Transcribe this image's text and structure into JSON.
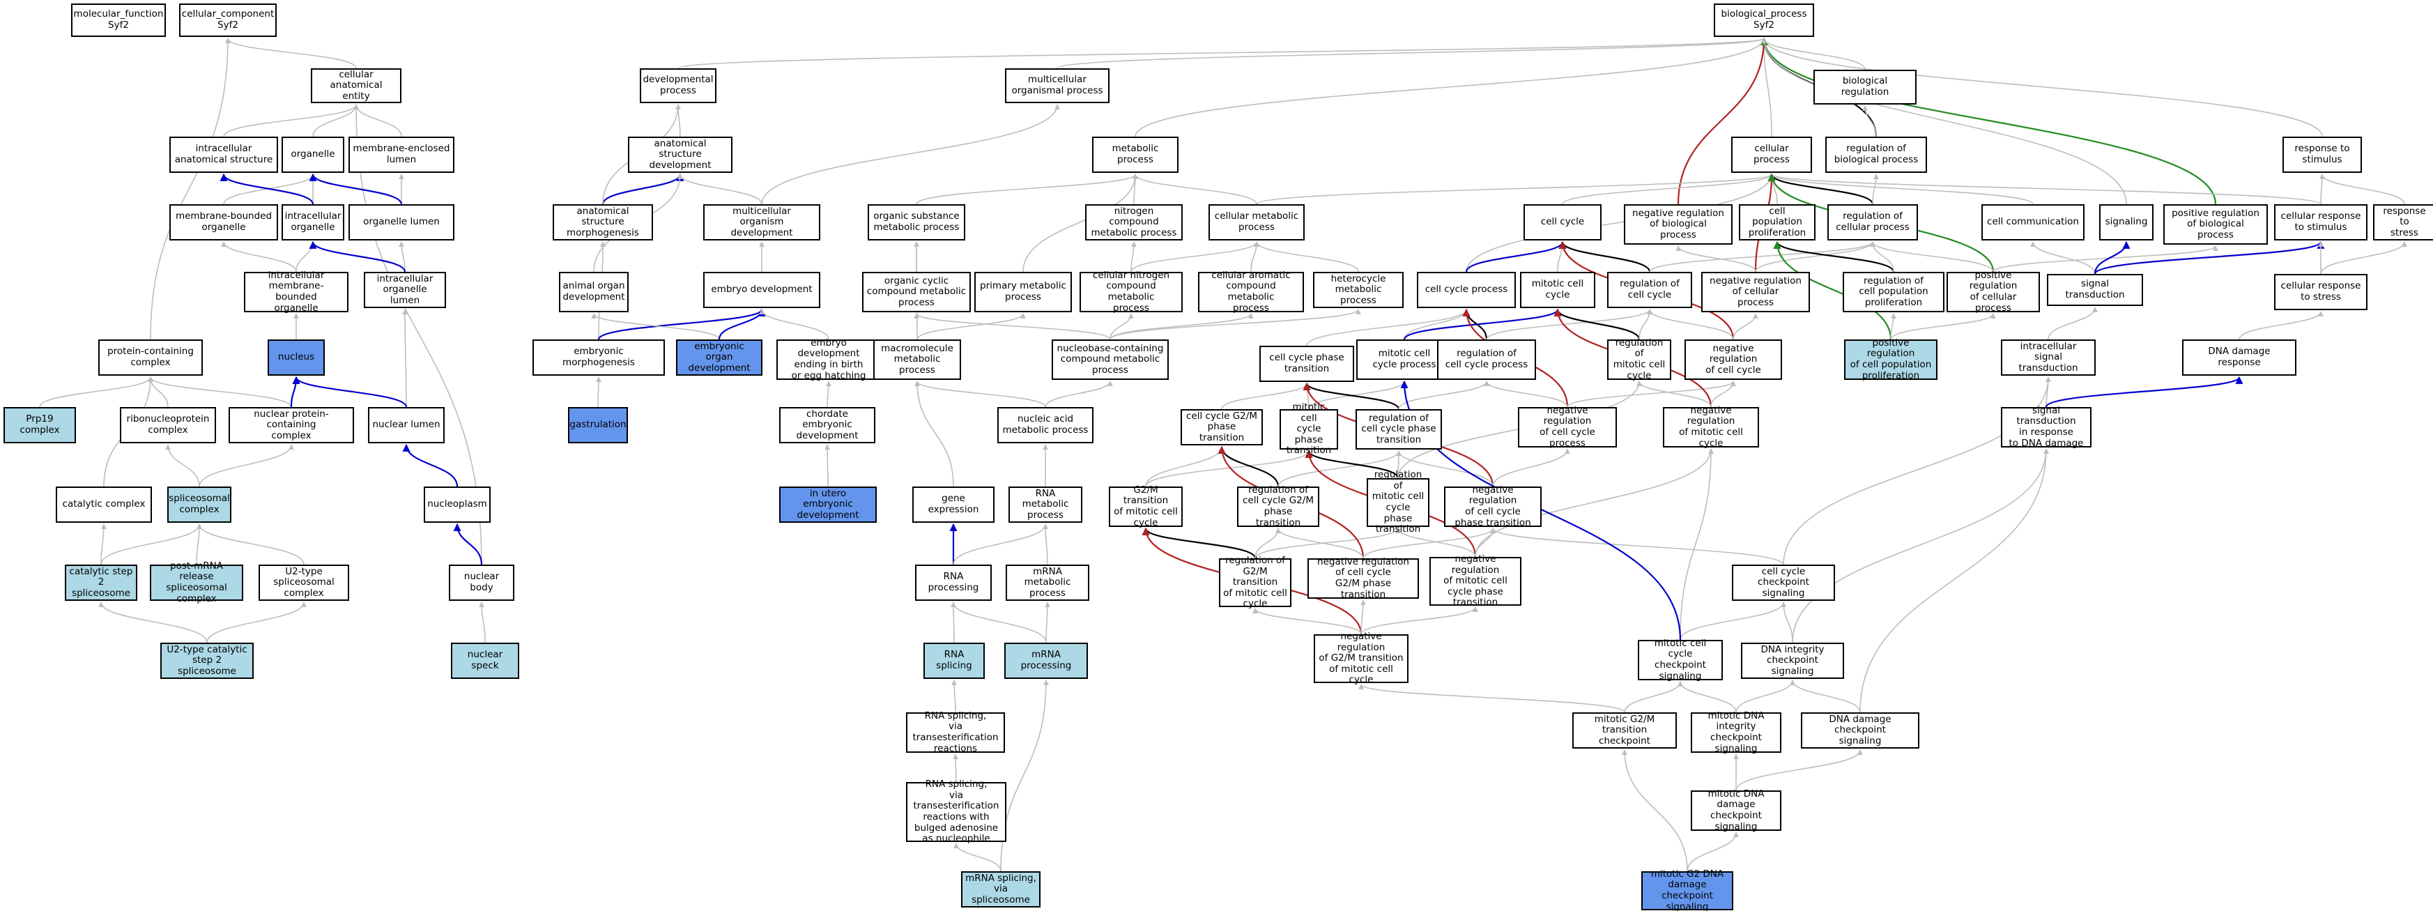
{
  "colors": {
    "is_a": "#bdbdbd",
    "part_of": "#0000cd",
    "regulates": "#000000",
    "negatively_regulates": "#b22222",
    "positively_regulates": "#228b22",
    "light_fill": "#add8e6",
    "blue_fill": "#6495ed"
  },
  "nodes": [
    {
      "id": "mf",
      "label": "molecular_function\nSyf2"
    },
    {
      "id": "cc",
      "label": "cellular_component\nSyf2"
    },
    {
      "id": "bp",
      "label": "biological_process\nSyf2"
    },
    {
      "id": "cae",
      "label": "cellular anatomical\nentity"
    },
    {
      "id": "dev",
      "label": "developmental\nprocess"
    },
    {
      "id": "mop",
      "label": "multicellular\norganismal process"
    },
    {
      "id": "breg",
      "label": "biological regulation"
    },
    {
      "id": "ias",
      "label": "intracellular\nanatomical structure"
    },
    {
      "id": "org",
      "label": "organelle"
    },
    {
      "id": "mel",
      "label": "membrane-enclosed\nlumen"
    },
    {
      "id": "asd",
      "label": "anatomical structure\ndevelopment"
    },
    {
      "id": "met",
      "label": "metabolic process"
    },
    {
      "id": "cp",
      "label": "cellular process"
    },
    {
      "id": "rbp",
      "label": "regulation of\nbiological process"
    },
    {
      "id": "rts",
      "label": "response to\nstimulus"
    },
    {
      "id": "mbo",
      "label": "membrane-bounded\norganelle"
    },
    {
      "id": "io",
      "label": "intracellular\norganelle"
    },
    {
      "id": "ol",
      "label": "organelle lumen"
    },
    {
      "id": "asm",
      "label": "anatomical structure\nmorphogenesis"
    },
    {
      "id": "mod",
      "label": "multicellular\norganism development"
    },
    {
      "id": "osm",
      "label": "organic substance\nmetabolic process"
    },
    {
      "id": "ncm",
      "label": "nitrogen compound\nmetabolic process"
    },
    {
      "id": "cmp",
      "label": "cellular metabolic\nprocess"
    },
    {
      "id": "cyc",
      "label": "cell cycle"
    },
    {
      "id": "nrbp",
      "label": "negative regulation\nof biological\nprocess"
    },
    {
      "id": "cpp",
      "label": "cell population\nproliferation"
    },
    {
      "id": "rcp",
      "label": "regulation of\ncellular process"
    },
    {
      "id": "ccom",
      "label": "cell communication"
    },
    {
      "id": "sig",
      "label": "signaling"
    },
    {
      "id": "prbp",
      "label": "positive regulation\nof biological\nprocess"
    },
    {
      "id": "crs",
      "label": "cellular response\nto stimulus"
    },
    {
      "id": "rstr",
      "label": "response to\nstress"
    },
    {
      "id": "imbo",
      "label": "intracellular\nmembrane-bounded\norganelle"
    },
    {
      "id": "iol",
      "label": "intracellular\norganelle lumen"
    },
    {
      "id": "aod",
      "label": "animal organ\ndevelopment"
    },
    {
      "id": "emd",
      "label": "embryo development"
    },
    {
      "id": "occ",
      "label": "organic cyclic\ncompound metabolic\nprocess"
    },
    {
      "id": "pmp",
      "label": "primary metabolic\nprocess"
    },
    {
      "id": "cnc",
      "label": "cellular nitrogen\ncompound metabolic\nprocess"
    },
    {
      "id": "cac",
      "label": "cellular aromatic\ncompound metabolic\nprocess"
    },
    {
      "id": "hmp",
      "label": "heterocycle\nmetabolic process"
    },
    {
      "id": "ccp",
      "label": "cell cycle process"
    },
    {
      "id": "mcc",
      "label": "mitotic cell\ncycle"
    },
    {
      "id": "rcc",
      "label": "regulation of\ncell cycle"
    },
    {
      "id": "nrcp",
      "label": "negative regulation\nof cellular\nprocess"
    },
    {
      "id": "rcpp",
      "label": "regulation of\ncell population\nproliferation"
    },
    {
      "id": "prcp",
      "label": "positive regulation\nof cellular\nprocess"
    },
    {
      "id": "st",
      "label": "signal transduction"
    },
    {
      "id": "crstr",
      "label": "cellular response\nto stress"
    },
    {
      "id": "pcc",
      "label": "protein-containing\ncomplex"
    },
    {
      "id": "nuc",
      "label": "nucleus"
    },
    {
      "id": "emorph",
      "label": "embryonic morphogenesis"
    },
    {
      "id": "eod",
      "label": "embryonic organ\ndevelopment"
    },
    {
      "id": "edb",
      "label": "embryo development\nending in birth\nor egg hatching"
    },
    {
      "id": "mmp",
      "label": "macromolecule\nmetabolic process"
    },
    {
      "id": "ncb",
      "label": "nucleobase-containing\ncompound metabolic\nprocess"
    },
    {
      "id": "mccp",
      "label": "mitotic cell\ncycle process"
    },
    {
      "id": "rccp",
      "label": "regulation of\ncell cycle process"
    },
    {
      "id": "rmcc",
      "label": "regulation of\nmitotic cell\ncycle"
    },
    {
      "id": "nrcc",
      "label": "negative regulation\nof cell cycle"
    },
    {
      "id": "ppcpp",
      "label": "positive regulation\nof cell population\nproliferation"
    },
    {
      "id": "ist",
      "label": "intracellular\nsignal transduction"
    },
    {
      "id": "ddr",
      "label": "DNA damage response"
    },
    {
      "id": "prp19",
      "label": "Prp19 complex"
    },
    {
      "id": "rnp",
      "label": "ribonucleoprotein\ncomplex"
    },
    {
      "id": "npc",
      "label": "nuclear protein-containing\ncomplex"
    },
    {
      "id": "nl",
      "label": "nuclear lumen"
    },
    {
      "id": "gast",
      "label": "gastrulation"
    },
    {
      "id": "ced",
      "label": "chordate embryonic\ndevelopment"
    },
    {
      "id": "nam",
      "label": "nucleic acid\nmetabolic process"
    },
    {
      "id": "ccpt",
      "label": "cell cycle phase\ntransition"
    },
    {
      "id": "nrccp",
      "label": "negative regulation\nof cell cycle\nprocess"
    },
    {
      "id": "nrmcc",
      "label": "negative regulation\nof mitotic cell\ncycle"
    },
    {
      "id": "stdd",
      "label": "signal transduction\nin response\nto DNA damage"
    },
    {
      "id": "catc",
      "label": "catalytic complex"
    },
    {
      "id": "splc",
      "label": "spliceosomal\ncomplex"
    },
    {
      "id": "npl",
      "label": "nucleoplasm"
    },
    {
      "id": "ccg2m",
      "label": "cell cycle G2/M\nphase transition"
    },
    {
      "id": "mccpt",
      "label": "mitotic cell\ncycle phase\ntransition"
    },
    {
      "id": "rccpt",
      "label": "regulation of\ncell cycle phase\ntransition"
    },
    {
      "id": "iuted",
      "label": "in utero embryonic\ndevelopment"
    },
    {
      "id": "gexp",
      "label": "gene expression"
    },
    {
      "id": "rnam",
      "label": "RNA metabolic\nprocess"
    },
    {
      "id": "g2mt",
      "label": "G2/M transition\nof mitotic cell\ncycle"
    },
    {
      "id": "rccg2m",
      "label": "regulation of\ncell cycle G2/M\nphase transition"
    },
    {
      "id": "rmccpt",
      "label": "regulation of\nmitotic cell\ncycle phase\ntransition"
    },
    {
      "id": "nrccpt",
      "label": "negative regulation\nof cell cycle\nphase transition"
    },
    {
      "id": "cs2s",
      "label": "catalytic step\n2 spliceosome"
    },
    {
      "id": "pmrs",
      "label": "post-mRNA release\nspliceosomal\ncomplex"
    },
    {
      "id": "u2sc",
      "label": "U2-type spliceosomal\ncomplex"
    },
    {
      "id": "nb",
      "label": "nuclear body"
    },
    {
      "id": "rnap",
      "label": "RNA processing"
    },
    {
      "id": "mrnam",
      "label": "mRNA metabolic\nprocess"
    },
    {
      "id": "rg2mt",
      "label": "regulation of\nG2/M transition\nof mitotic cell\ncycle"
    },
    {
      "id": "nrccg2m",
      "label": "negative regulation\nof cell cycle\nG2/M phase transition"
    },
    {
      "id": "nrmccpt",
      "label": "negative regulation\nof mitotic cell\ncycle phase\ntransition"
    },
    {
      "id": "cccs",
      "label": "cell cycle checkpoint\nsignaling"
    },
    {
      "id": "u2cs2",
      "label": "U2-type catalytic\nstep 2 spliceosome"
    },
    {
      "id": "ns",
      "label": "nuclear speck"
    },
    {
      "id": "rsp",
      "label": "RNA splicing"
    },
    {
      "id": "mrnap",
      "label": "mRNA processing"
    },
    {
      "id": "nrg2mt",
      "label": "negative regulation\nof G2/M transition\nof mitotic cell\ncycle"
    },
    {
      "id": "mcccs",
      "label": "mitotic cell\ncycle checkpoint\nsignaling"
    },
    {
      "id": "dnaics",
      "label": "DNA integrity\ncheckpoint signaling"
    },
    {
      "id": "rspt",
      "label": "RNA splicing,\nvia transesterification\nreactions"
    },
    {
      "id": "mg2mc",
      "label": "mitotic G2/M\ntransition checkpoint"
    },
    {
      "id": "mdnaics",
      "label": "mitotic DNA\nintegrity checkpoint\nsignaling"
    },
    {
      "id": "ddcs",
      "label": "DNA damage checkpoint\nsignaling"
    },
    {
      "id": "mdnadcs",
      "label": "mitotic DNA\ndamage checkpoint\nsignaling"
    },
    {
      "id": "rsptb",
      "label": "RNA splicing,\nvia transesterification\nreactions with\nbulged adenosine\nas nucleophile"
    },
    {
      "id": "mrnas",
      "label": "mRNA splicing,\nvia spliceosome"
    },
    {
      "id": "mg2dna",
      "label": "mitotic G2 DNA\ndamage checkpoint\nsignaling"
    }
  ],
  "edges": [
    [
      "cae",
      "cc",
      "is_a"
    ],
    [
      "pcc",
      "cc",
      "is_a"
    ],
    [
      "ias",
      "cae",
      "is_a"
    ],
    [
      "org",
      "cae",
      "is_a"
    ],
    [
      "mel",
      "cae",
      "is_a"
    ],
    [
      "nb",
      "cae",
      "is_a"
    ],
    [
      "mbo",
      "org",
      "is_a"
    ],
    [
      "io",
      "org",
      "is_a"
    ],
    [
      "io",
      "ias",
      "part_of"
    ],
    [
      "ol",
      "mel",
      "is_a"
    ],
    [
      "ol",
      "org",
      "part_of"
    ],
    [
      "imbo",
      "mbo",
      "is_a"
    ],
    [
      "imbo",
      "io",
      "is_a"
    ],
    [
      "iol",
      "ol",
      "is_a"
    ],
    [
      "iol",
      "io",
      "part_of"
    ],
    [
      "nuc",
      "imbo",
      "is_a"
    ],
    [
      "npc",
      "pcc",
      "is_a"
    ],
    [
      "npc",
      "nuc",
      "part_of"
    ],
    [
      "nl",
      "iol",
      "is_a"
    ],
    [
      "nl",
      "nuc",
      "part_of"
    ],
    [
      "prp19",
      "pcc",
      "is_a"
    ],
    [
      "rnp",
      "pcc",
      "is_a"
    ],
    [
      "catc",
      "pcc",
      "is_a"
    ],
    [
      "splc",
      "rnp",
      "is_a"
    ],
    [
      "splc",
      "npc",
      "is_a"
    ],
    [
      "npl",
      "nl",
      "part_of"
    ],
    [
      "nb",
      "npl",
      "part_of"
    ],
    [
      "ns",
      "nb",
      "is_a"
    ],
    [
      "cs2s",
      "splc",
      "is_a"
    ],
    [
      "cs2s",
      "catc",
      "is_a"
    ],
    [
      "pmrs",
      "splc",
      "is_a"
    ],
    [
      "u2sc",
      "splc",
      "is_a"
    ],
    [
      "u2cs2",
      "cs2s",
      "is_a"
    ],
    [
      "u2cs2",
      "u2sc",
      "is_a"
    ],
    [
      "dev",
      "bp",
      "is_a"
    ],
    [
      "mop",
      "bp",
      "is_a"
    ],
    [
      "breg",
      "bp",
      "is_a"
    ],
    [
      "cp",
      "bp",
      "is_a"
    ],
    [
      "rts",
      "bp",
      "is_a"
    ],
    [
      "rbp",
      "bp",
      "regulates"
    ],
    [
      "rbp",
      "breg",
      "is_a"
    ],
    [
      "nrbp",
      "bp",
      "negatively_regulates"
    ],
    [
      "prbp",
      "bp",
      "positively_regulates"
    ],
    [
      "asd",
      "dev",
      "is_a"
    ],
    [
      "asm",
      "asd",
      "part_of"
    ],
    [
      "asm",
      "dev",
      "is_a"
    ],
    [
      "mod",
      "mop",
      "is_a"
    ],
    [
      "mod",
      "asd",
      "is_a"
    ],
    [
      "aod",
      "asd",
      "is_a"
    ],
    [
      "emd",
      "mod",
      "is_a"
    ],
    [
      "emorph",
      "asm",
      "is_a"
    ],
    [
      "emorph",
      "emd",
      "part_of"
    ],
    [
      "eod",
      "aod",
      "is_a"
    ],
    [
      "eod",
      "emd",
      "part_of"
    ],
    [
      "edb",
      "emd",
      "is_a"
    ],
    [
      "gast",
      "emorph",
      "is_a"
    ],
    [
      "ced",
      "edb",
      "is_a"
    ],
    [
      "iuted",
      "ced",
      "is_a"
    ],
    [
      "met",
      "bp",
      "is_a"
    ],
    [
      "osm",
      "met",
      "is_a"
    ],
    [
      "ncm",
      "met",
      "is_a"
    ],
    [
      "cmp",
      "met",
      "is_a"
    ],
    [
      "cmp",
      "cp",
      "is_a"
    ],
    [
      "occ",
      "osm",
      "is_a"
    ],
    [
      "pmp",
      "met",
      "is_a"
    ],
    [
      "cnc",
      "ncm",
      "is_a"
    ],
    [
      "cnc",
      "cmp",
      "is_a"
    ],
    [
      "cac",
      "cmp",
      "is_a"
    ],
    [
      "hmp",
      "cmp",
      "is_a"
    ],
    [
      "mmp",
      "osm",
      "is_a"
    ],
    [
      "mmp",
      "pmp",
      "is_a"
    ],
    [
      "ncb",
      "occ",
      "is_a"
    ],
    [
      "ncb",
      "cnc",
      "is_a"
    ],
    [
      "ncb",
      "cac",
      "is_a"
    ],
    [
      "ncb",
      "hmp",
      "is_a"
    ],
    [
      "nam",
      "mmp",
      "is_a"
    ],
    [
      "nam",
      "ncb",
      "is_a"
    ],
    [
      "gexp",
      "mmp",
      "is_a"
    ],
    [
      "rnam",
      "nam",
      "is_a"
    ],
    [
      "rnap",
      "gexp",
      "part_of"
    ],
    [
      "rnap",
      "rnam",
      "is_a"
    ],
    [
      "mrnam",
      "rnam",
      "is_a"
    ],
    [
      "rsp",
      "rnap",
      "is_a"
    ],
    [
      "mrnap",
      "rnap",
      "is_a"
    ],
    [
      "mrnap",
      "mrnam",
      "is_a"
    ],
    [
      "rspt",
      "rsp",
      "is_a"
    ],
    [
      "rsptb",
      "rspt",
      "is_a"
    ],
    [
      "mrnas",
      "rsptb",
      "is_a"
    ],
    [
      "mrnas",
      "mrnap",
      "is_a"
    ],
    [
      "cyc",
      "cp",
      "is_a"
    ],
    [
      "cpp",
      "cp",
      "is_a"
    ],
    [
      "rcp",
      "cp",
      "regulates"
    ],
    [
      "rcp",
      "rbp",
      "is_a"
    ],
    [
      "ccom",
      "cp",
      "is_a"
    ],
    [
      "sig",
      "bp",
      "is_a"
    ],
    [
      "crs",
      "rts",
      "is_a"
    ],
    [
      "crs",
      "cp",
      "is_a"
    ],
    [
      "rstr",
      "rts",
      "is_a"
    ],
    [
      "ccp",
      "cp",
      "is_a"
    ],
    [
      "ccp",
      "cyc",
      "part_of"
    ],
    [
      "mcc",
      "cyc",
      "is_a"
    ],
    [
      "rcc",
      "cyc",
      "regulates"
    ],
    [
      "rcc",
      "rcp",
      "is_a"
    ],
    [
      "nrcp",
      "cp",
      "negatively_regulates"
    ],
    [
      "nrcp",
      "rcp",
      "is_a"
    ],
    [
      "nrcp",
      "nrbp",
      "is_a"
    ],
    [
      "rcpp",
      "cpp",
      "regulates"
    ],
    [
      "rcpp",
      "rcp",
      "is_a"
    ],
    [
      "prcp",
      "cp",
      "positively_regulates"
    ],
    [
      "prcp",
      "rcp",
      "is_a"
    ],
    [
      "prcp",
      "prbp",
      "is_a"
    ],
    [
      "st",
      "ccom",
      "is_a"
    ],
    [
      "st",
      "sig",
      "part_of"
    ],
    [
      "st",
      "crs",
      "part_of"
    ],
    [
      "crstr",
      "crs",
      "is_a"
    ],
    [
      "crstr",
      "rstr",
      "is_a"
    ],
    [
      "mccp",
      "ccp",
      "is_a"
    ],
    [
      "mccp",
      "mcc",
      "part_of"
    ],
    [
      "rccp",
      "ccp",
      "regulates"
    ],
    [
      "rccp",
      "rcc",
      "is_a"
    ],
    [
      "rmcc",
      "mcc",
      "regulates"
    ],
    [
      "rmcc",
      "rcc",
      "is_a"
    ],
    [
      "nrcc",
      "cyc",
      "negatively_regulates"
    ],
    [
      "nrcc",
      "rcc",
      "is_a"
    ],
    [
      "nrcc",
      "nrcp",
      "is_a"
    ],
    [
      "ppcpp",
      "cpp",
      "positively_regulates"
    ],
    [
      "ppcpp",
      "rcpp",
      "is_a"
    ],
    [
      "ppcpp",
      "prcp",
      "is_a"
    ],
    [
      "ist",
      "st",
      "is_a"
    ],
    [
      "ddr",
      "crstr",
      "is_a"
    ],
    [
      "ccpt",
      "ccp",
      "is_a"
    ],
    [
      "nrccp",
      "ccp",
      "negatively_regulates"
    ],
    [
      "nrccp",
      "rccp",
      "is_a"
    ],
    [
      "nrccp",
      "nrcc",
      "is_a"
    ],
    [
      "nrmcc",
      "mcc",
      "negatively_regulates"
    ],
    [
      "nrmcc",
      "rmcc",
      "is_a"
    ],
    [
      "nrmcc",
      "nrcc",
      "is_a"
    ],
    [
      "stdd",
      "ist",
      "is_a"
    ],
    [
      "stdd",
      "ddr",
      "part_of"
    ],
    [
      "ccg2m",
      "ccpt",
      "is_a"
    ],
    [
      "mccpt",
      "ccpt",
      "is_a"
    ],
    [
      "mccpt",
      "mccp",
      "is_a"
    ],
    [
      "rccpt",
      "ccpt",
      "regulates"
    ],
    [
      "rccpt",
      "rccp",
      "is_a"
    ],
    [
      "g2mt",
      "ccg2m",
      "is_a"
    ],
    [
      "g2mt",
      "mccpt",
      "is_a"
    ],
    [
      "rccg2m",
      "ccg2m",
      "regulates"
    ],
    [
      "rccg2m",
      "rccpt",
      "is_a"
    ],
    [
      "rmccpt",
      "mccpt",
      "regulates"
    ],
    [
      "rmccpt",
      "rccpt",
      "is_a"
    ],
    [
      "rmccpt",
      "rmcc",
      "is_a"
    ],
    [
      "nrccpt",
      "ccpt",
      "negatively_regulates"
    ],
    [
      "nrccpt",
      "rccpt",
      "is_a"
    ],
    [
      "nrccpt",
      "nrccp",
      "is_a"
    ],
    [
      "rg2mt",
      "g2mt",
      "regulates"
    ],
    [
      "rg2mt",
      "rccg2m",
      "is_a"
    ],
    [
      "rg2mt",
      "rmccpt",
      "is_a"
    ],
    [
      "nrccg2m",
      "ccg2m",
      "negatively_regulates"
    ],
    [
      "nrccg2m",
      "rccg2m",
      "is_a"
    ],
    [
      "nrccg2m",
      "nrccpt",
      "is_a"
    ],
    [
      "nrmccpt",
      "mccpt",
      "negatively_regulates"
    ],
    [
      "nrmccpt",
      "rmccpt",
      "is_a"
    ],
    [
      "nrmccpt",
      "nrccpt",
      "is_a"
    ],
    [
      "nrmccpt",
      "nrmcc",
      "is_a"
    ],
    [
      "nrg2mt",
      "g2mt",
      "negatively_regulates"
    ],
    [
      "nrg2mt",
      "rg2mt",
      "is_a"
    ],
    [
      "nrg2mt",
      "nrccg2m",
      "is_a"
    ],
    [
      "nrg2mt",
      "nrmccpt",
      "is_a"
    ],
    [
      "cccs",
      "ist",
      "is_a"
    ],
    [
      "cccs",
      "nrccpt",
      "is_a"
    ],
    [
      "mcccs",
      "cccs",
      "is_a"
    ],
    [
      "mcccs",
      "nrmcc",
      "is_a"
    ],
    [
      "mcccs",
      "mccp",
      "part_of"
    ],
    [
      "dnaics",
      "cccs",
      "is_a"
    ],
    [
      "dnaics",
      "stdd",
      "is_a"
    ],
    [
      "mg2mc",
      "mcccs",
      "is_a"
    ],
    [
      "mg2mc",
      "nrg2mt",
      "is_a"
    ],
    [
      "mdnaics",
      "mcccs",
      "is_a"
    ],
    [
      "mdnaics",
      "dnaics",
      "is_a"
    ],
    [
      "ddcs",
      "dnaics",
      "is_a"
    ],
    [
      "ddcs",
      "stdd",
      "is_a"
    ],
    [
      "mdnadcs",
      "mdnaics",
      "is_a"
    ],
    [
      "mdnadcs",
      "ddcs",
      "is_a"
    ],
    [
      "mg2dna",
      "mdnadcs",
      "is_a"
    ],
    [
      "mg2dna",
      "mg2mc",
      "is_a"
    ]
  ]
}
